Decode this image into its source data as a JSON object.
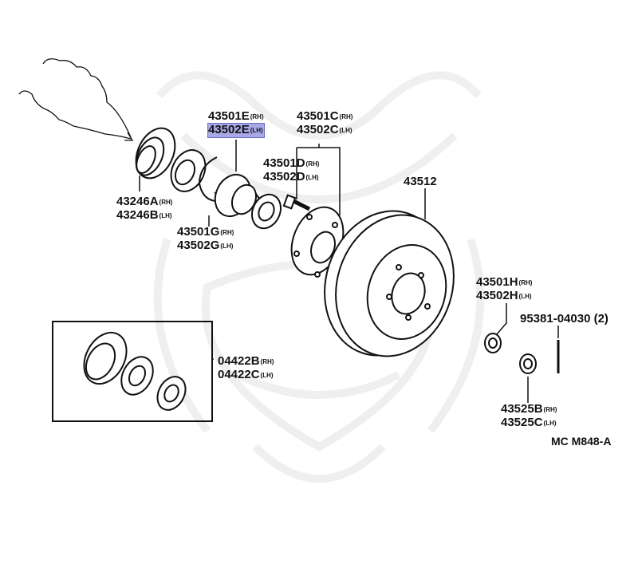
{
  "diagram": {
    "code": "MC M848-A",
    "highlight_color": "#a9a9e8",
    "labels": [
      {
        "id": "43501E",
        "rh": "43501E",
        "rh_sfx": "(RH)",
        "lh": "43502E",
        "lh_sfx": "(LH)",
        "highlighted": true
      },
      {
        "id": "43501C",
        "rh": "43501C",
        "rh_sfx": "(RH)",
        "lh": "43502C",
        "lh_sfx": "(LH)"
      },
      {
        "id": "43501D",
        "rh": "43501D",
        "rh_sfx": "(RH)",
        "lh": "43502D",
        "lh_sfx": "(LH)"
      },
      {
        "id": "43512",
        "single": "43512"
      },
      {
        "id": "43246A",
        "rh": "43246A",
        "rh_sfx": "(RH)",
        "lh": "43246B",
        "lh_sfx": "(LH)"
      },
      {
        "id": "43501G",
        "rh": "43501G",
        "rh_sfx": "(RH)",
        "lh": "43502G",
        "lh_sfx": "(LH)"
      },
      {
        "id": "43501H",
        "rh": "43501H",
        "rh_sfx": "(RH)",
        "lh": "43502H",
        "lh_sfx": "(LH)"
      },
      {
        "id": "95381",
        "single": "95381-04030",
        "qty": "(2)"
      },
      {
        "id": "04422B",
        "rh": "04422B",
        "rh_sfx": "(RH)",
        "lh": "04422C",
        "lh_sfx": "(LH)"
      },
      {
        "id": "43525B",
        "rh": "43525B",
        "rh_sfx": "(RH)",
        "lh": "43525C",
        "lh_sfx": "(LH)"
      }
    ]
  }
}
